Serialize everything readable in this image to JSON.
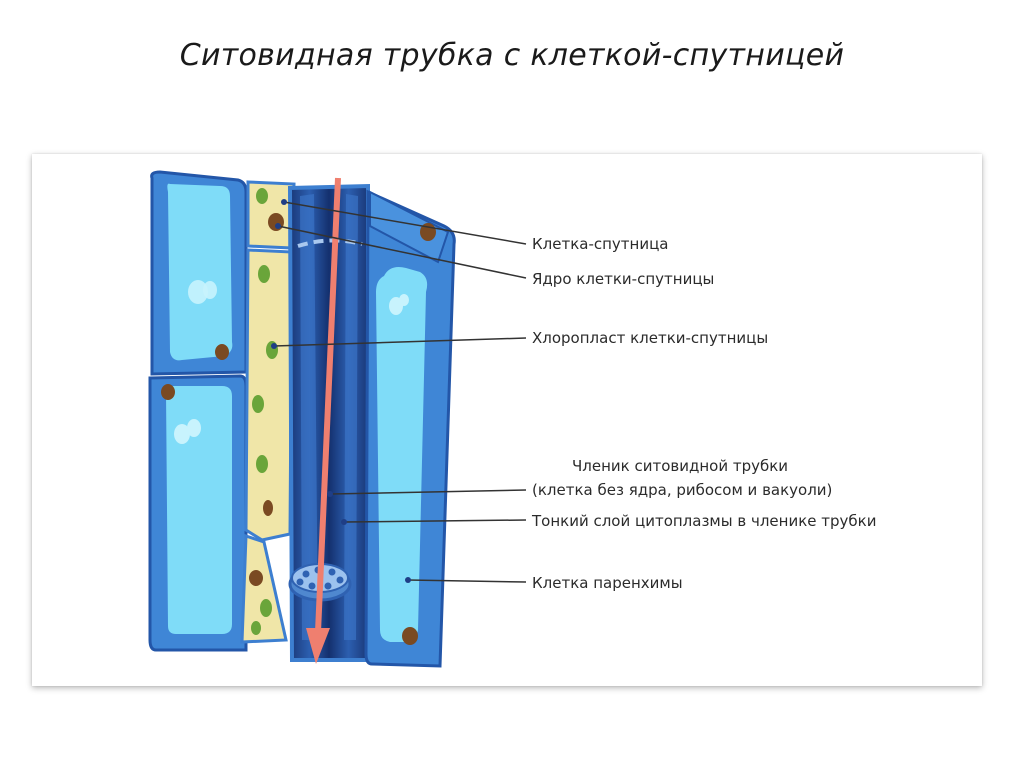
{
  "title": "Ситовидная трубка с клеткой-спутницей",
  "labels": {
    "companion_cell": "Клетка-спутница",
    "companion_nucleus": "Ядро клетки-спутницы",
    "companion_chloroplast": "Хлоропласт клетки-спутницы",
    "sieve_element_line1": "Членик ситовидной трубки",
    "sieve_element_line2": "(клетка без ядра, рибосом и вакуоли)",
    "cytoplasm_layer": "Тонкий слой цитоплазмы в членике трубки",
    "parenchyma_cell": "Клетка паренхимы"
  },
  "colors": {
    "cell_wall": "#3d7fd0",
    "cell_wall_dark": "#1f4f9e",
    "vacuole": "#7fdcf8",
    "vacuole_light": "#bff0fc",
    "companion_cytoplasm": "#f0e6a8",
    "chloroplast": "#6aa53a",
    "nucleus": "#7a4a22",
    "sieve_tube": "#1c3f86",
    "flow_arrow": "#ef7f6f"
  }
}
